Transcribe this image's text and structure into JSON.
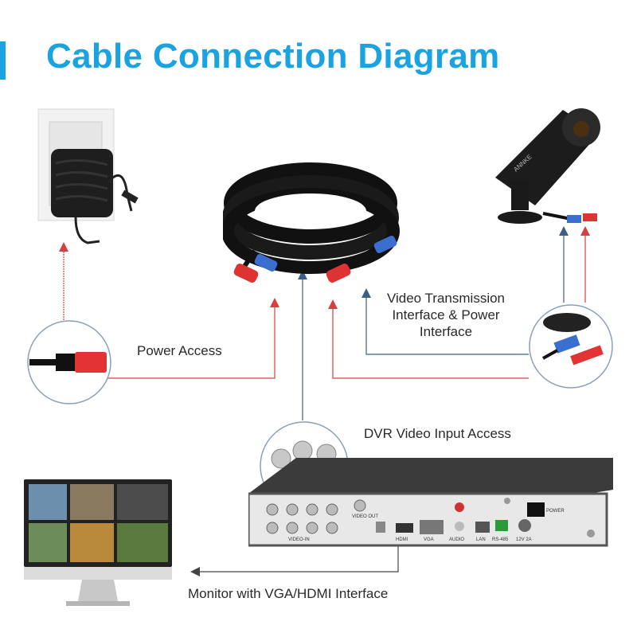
{
  "title": "Cable Connection Diagram",
  "labels": {
    "power_access": "Power Access",
    "video_transmission_line1": "Video Transmission",
    "video_transmission_line2": "Interface & Power",
    "video_transmission_line3": "Interface",
    "dvr_video_input": "DVR Video Input Access",
    "monitor": "Monitor with VGA/HDMI Interface"
  },
  "device_text": {
    "camera_brand": "ANNKE",
    "dvr_video_in": "VIDEO-IN",
    "dvr_video_out": "VIDEO OUT",
    "dvr_hdmi": "HDMI",
    "dvr_vga": "VGA",
    "dvr_audio": "AUDIO",
    "dvr_lan": "LAN",
    "dvr_rs485": "RS-485",
    "dvr_12v": "12V 2A",
    "dvr_power": "POWER"
  },
  "colors": {
    "accent": "#1aa3e0",
    "power_line": "#d64040",
    "video_line": "#3b5f86",
    "monitor_line": "#444444"
  },
  "icons": [
    "power-adapter-icon",
    "cable-coil-icon",
    "camera-icon",
    "dvr-icon",
    "monitor-icon",
    "arrow-icon"
  ]
}
